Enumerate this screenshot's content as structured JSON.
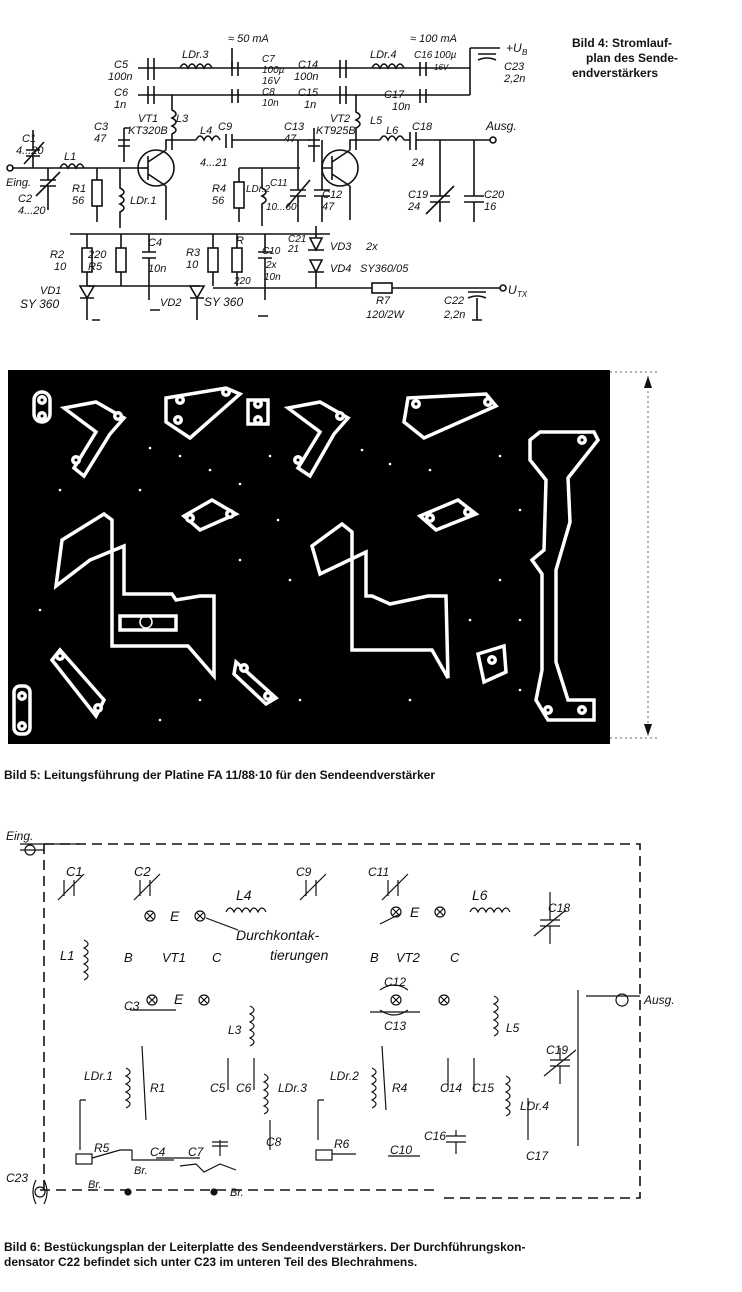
{
  "fig4": {
    "caption_line1": "Bild 4: Stromlauf-",
    "caption_line2": "plan des Sende-",
    "caption_line3": "endverstärkers",
    "labels": {
      "i50": "≈ 50 mA",
      "i100": "≈ 100 mA",
      "ub": "+U",
      "ub_sub": "B",
      "ldr3": "LDr.3",
      "ldr4": "LDr.4",
      "ldr1": "LDr.1",
      "ldr2": "LDr.2",
      "c5": "C5",
      "c5v": "100n",
      "c6": "C6",
      "c6v": "1n",
      "c7": "C7",
      "c7v": "100µ",
      "c7u": "16V",
      "c8": "C8",
      "c8v": "10n",
      "c14": "C14",
      "c14v": "100n",
      "c15": "C15",
      "c15v": "1n",
      "c16": "C16",
      "c16v": "100µ",
      "c16u": "16V",
      "c17": "C17",
      "c17v": "10n",
      "c23": "C23",
      "c23v": "2,2n",
      "c1": "C1",
      "c1v": "4...20",
      "c2": "C2",
      "c2v": "4...20",
      "c3": "C3",
      "c3v": "47",
      "vt1": "VT1",
      "vt1t": "KT320B",
      "l1": "L1",
      "l3": "L3",
      "l4": "L4",
      "c9": "C9",
      "c9v": "4...21",
      "eing": "Eing.",
      "r1": "R1",
      "r1v": "56",
      "c13": "C13",
      "c13v": "47",
      "vt2": "VT2",
      "vt2t": "KT925B",
      "l5": "L5",
      "l6": "L6",
      "c18": "C18",
      "c18v": "24",
      "ausg": "Ausg.",
      "r4": "R4",
      "r4v": "56",
      "c11": "C11",
      "c11v": "10...60",
      "c12": "C12",
      "c12v": "47",
      "c19": "C19",
      "c19v": "24",
      "c20": "C20",
      "c20v": "16",
      "r2": "R2",
      "r2v": "10",
      "r2b": "220",
      "r5": "R5",
      "c4": "C4",
      "c4v": "10n",
      "r3": "R3",
      "r3v": "10",
      "r": "R",
      "r220": "220",
      "c10": "C10",
      "c10v": "2x",
      "c10v2": "10n",
      "c21": "C21",
      "c21v": "21",
      "vd3": "VD3",
      "vd3x": "2x",
      "vd4": "VD4",
      "vd4t": "SY360/05",
      "vd1": "VD1",
      "vd1t": "SY 360",
      "vd2": "VD2",
      "vd2t": "SY 360",
      "r7": "R7",
      "r7v": "120/2W",
      "c22": "C22",
      "c22v": "2,2n",
      "utx": "U",
      "utx_sub": "TX"
    }
  },
  "fig5": {
    "caption": "Bild 5: Leitungsführung der Platine FA 11/88·10 für den Sendeendverstärker"
  },
  "fig6": {
    "caption_line1": "Bild 6: Bestückungsplan der Leiterplatte des Sendeendverstärkers. Der Durchführungskon-",
    "caption_line2": "densator C22 befindet sich unter C23 im unteren Teil des Blechrahmens.",
    "labels": {
      "eing": "Eing.",
      "c1": "C1",
      "c2": "C2",
      "c9": "C9",
      "c11": "C11",
      "l4": "L4",
      "l6": "L6",
      "c18": "C18",
      "e": "E",
      "durch1": "Durchkontak-",
      "durch2": "tierungen",
      "l1": "L1",
      "b": "B",
      "vt1": "VT1",
      "c": "C",
      "vt2": "VT2",
      "c12": "C12",
      "c13": "C13",
      "c3": "C3",
      "l3": "L3",
      "l5": "L5",
      "ausg": "Ausg.",
      "c19": "C19",
      "ldr1": "LDr.1",
      "r1": "R1",
      "c5": "C5",
      "c6": "C6",
      "ldr3": "LDr.3",
      "ldr2": "LDr.2",
      "r4": "R4",
      "c14": "C14",
      "c15": "C15",
      "ldr4": "LDr.4",
      "r5": "R5",
      "c4": "C4",
      "c7": "C7",
      "c8": "C8",
      "r6": "R6",
      "c10": "C10",
      "c16": "C16",
      "c17": "C17",
      "br": "Br.",
      "c23": "C23"
    }
  }
}
